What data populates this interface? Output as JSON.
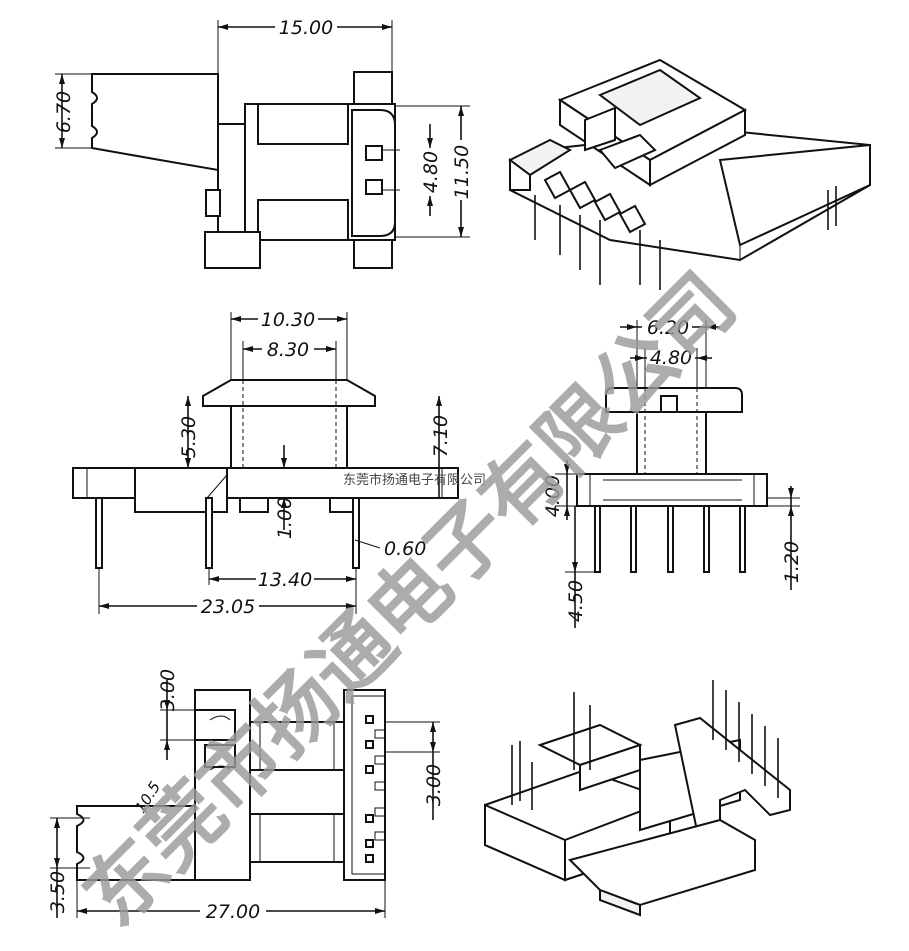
{
  "top_view": {
    "dim_width": "15.00",
    "dim_left_height": "6.70",
    "dim_inner": "4.80",
    "dim_height": "11.50"
  },
  "front_view": {
    "dim_top_outer": "10.30",
    "dim_top_inner": "8.30",
    "dim_flange": "5.30",
    "dim_total_height": "7.10",
    "dim_base": "1.00",
    "dim_pin_dia": "0.60",
    "dim_pin_span": "13.40",
    "dim_overall": "23.05"
  },
  "side_view": {
    "dim_outer": "6.20",
    "dim_inner": "4.80",
    "dim_height": "4.00",
    "dim_pin_len": "4.50",
    "dim_standoff": "1.20"
  },
  "bottom_view": {
    "dim_pitch_a": "3.00",
    "dim_slot": "10.5",
    "dim_pitch_b": "3.00",
    "dim_pin_row": "3.50",
    "dim_length": "27.00"
  },
  "watermark": {
    "company": "东莞市扬通电子有限公司",
    "small": "东莞市扬通电子有限公司"
  }
}
